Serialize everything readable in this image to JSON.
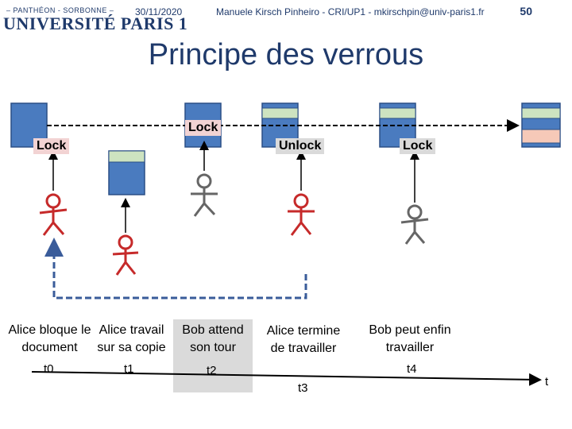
{
  "header": {
    "logo_small": "– PANTHÉON - SORBONNE –",
    "logo_big": "UNIVERSITÉ PARIS 1",
    "date": "30/11/2020",
    "author": "Manuele Kirsch Pinheiro - CRI/UP1 - mkirschpin@univ-paris1.fr",
    "page": "50"
  },
  "title": "Principe des verrous",
  "labels": {
    "lock1": "Lock",
    "lock2": "Lock",
    "unlock": "Unlock",
    "lock3": "Lock"
  },
  "captions": {
    "c1": "Alice bloque le document",
    "c2": "Alice travail sur sa copie",
    "c3": "Bob attend son tour",
    "c4": "Alice termine de travailler",
    "c5": "Bob peut enfin travailler"
  },
  "times": {
    "t0": "t0",
    "t1": "t1",
    "t2": "t2",
    "t3": "t3",
    "t4": "t4",
    "t": "t"
  },
  "colors": {
    "doc_blue": "#4a7bbf",
    "doc_green": "#cde3c0",
    "doc_pink": "#f6c9b8",
    "alice_red": "#c62a2a",
    "bob_gray": "#666666",
    "dash_blue": "#3a5c9a"
  }
}
